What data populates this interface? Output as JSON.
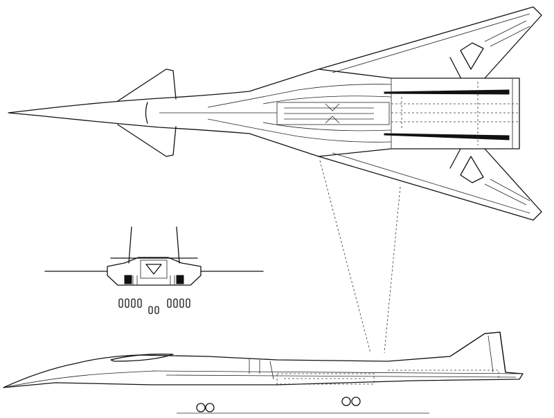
{
  "drawing": {
    "views": [
      "plan-view",
      "front-view",
      "side-view"
    ],
    "colors": {
      "line": "#111111",
      "background": "#ffffff"
    }
  }
}
